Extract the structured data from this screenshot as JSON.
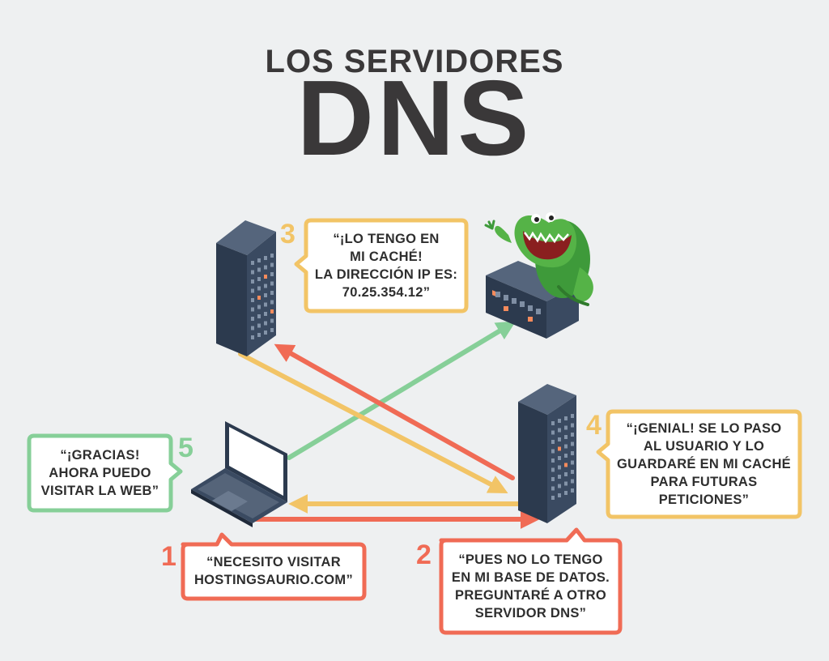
{
  "title": {
    "line1": "LOS SERVIDORES",
    "line2": "DNS"
  },
  "colors": {
    "red": "#f06b55",
    "yellow": "#f2c466",
    "green": "#86cf98",
    "server_dark": "#2f3d52",
    "text_dark": "#3a3839"
  },
  "steps": [
    {
      "number": "1",
      "text": "“NECESITO VISITAR\nHOSTINGSAURIO.COM”"
    },
    {
      "number": "2",
      "text": "“PUES NO LO TENGO\nEN MI BASE DE DATOS.\nPREGUNTARÉ A OTRO\nSERVIDOR DNS”"
    },
    {
      "number": "3",
      "text": "“¡LO TENGO EN\nMI CACHÉ!\nLA DIRECCIÓN IP ES:\n70.25.354.12”"
    },
    {
      "number": "4",
      "text": "“¡GENIAL! SE LO PASO\nAL USUARIO Y LO\nGUARDARÉ EN MI CACHÉ\nPARA FUTURAS\nPETICIONES”"
    },
    {
      "number": "5",
      "text": "“¡GRACIAS!\nAHORA PUEDO\nVISITAR LA WEB”"
    }
  ],
  "icons": [
    "laptop-icon",
    "server-icon",
    "server-icon",
    "dinosaur-mascot-icon",
    "server-rack-icon"
  ]
}
